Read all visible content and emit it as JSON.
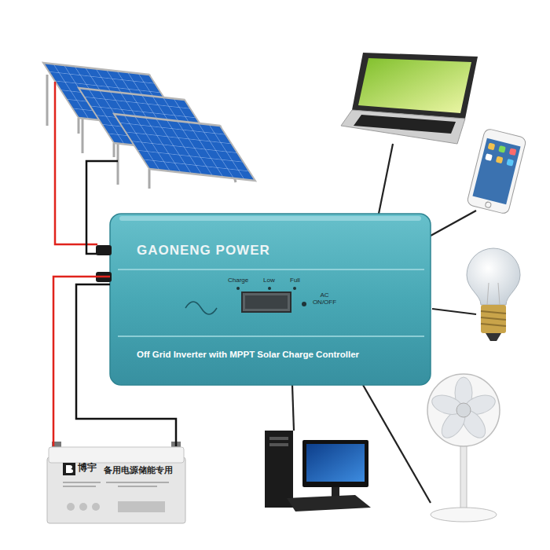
{
  "diagram": {
    "nodes": [
      {
        "text": [
          "GAONENG POWER",
          "Charge",
          "Low",
          "Full",
          "AC ON/OFF",
          "Off Grid Inverter with MPPT Solar Charge Controller"
        ]
      },
      {
        "text": [
          "博宇",
          "备用电源储能专用"
        ]
      }
    ],
    "edges": [
      {
        "from": 1,
        "to": 0,
        "arrow": "none"
      },
      {
        "from": 1,
        "to": 0,
        "arrow": "none"
      }
    ]
  }
}
